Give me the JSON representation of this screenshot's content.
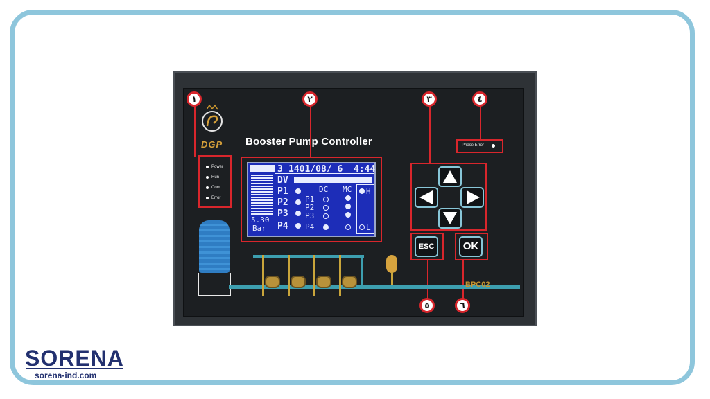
{
  "device": {
    "title": "Booster Pump Controller",
    "logo_text": "DGP",
    "model": "BPC02",
    "phase_error_label": "Phase Error",
    "leds": [
      "Power",
      "Run",
      "Com",
      "Error"
    ]
  },
  "badges": [
    "١",
    "٢",
    "٣",
    "٤",
    "٥",
    "٦"
  ],
  "lcd": {
    "header_num": "3",
    "date": "1401/08/ 6",
    "time": "4:44",
    "dv_label": "DV",
    "pressure_value": "5.30",
    "pressure_unit": "Bar",
    "pumps_left": [
      "P1",
      "P2",
      "P3",
      "P4"
    ],
    "dc_label": "DC",
    "mc_label": "MC",
    "pumps_mid": [
      "P1",
      "P2",
      "P3",
      "P4"
    ],
    "h_label": "H",
    "l_label": "L"
  },
  "keys": {
    "esc": "ESC",
    "ok": "OK"
  },
  "branding": {
    "name": "SORENA",
    "url": "sorena-ind.com"
  },
  "colors": {
    "accent_red": "#d8262c",
    "frame_blue": "#8ec6dc",
    "lcd_blue": "#1d2db8"
  }
}
